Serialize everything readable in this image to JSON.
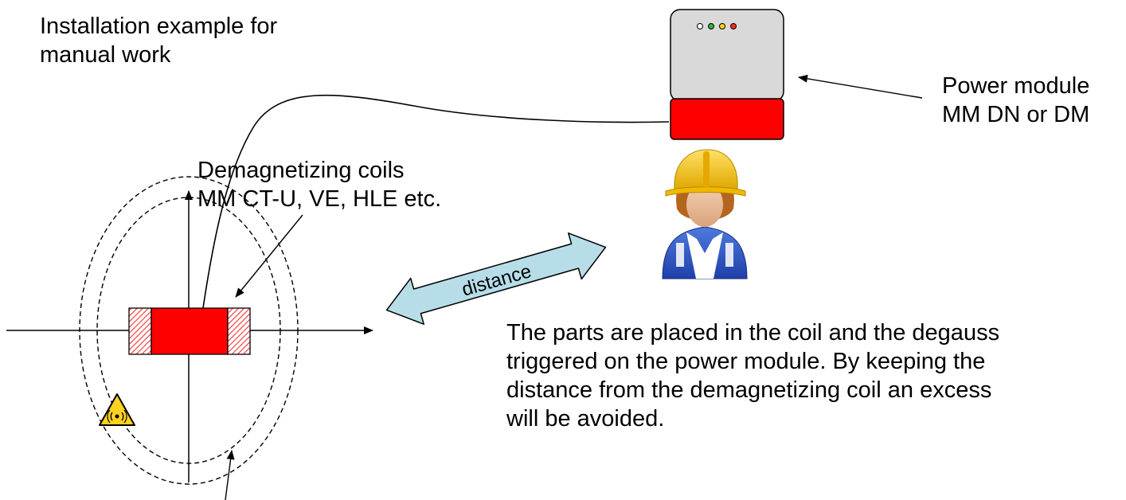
{
  "title": {
    "line1": "Installation example for",
    "line2": "manual work"
  },
  "coils_label": {
    "line1": "Demagnetizing coils",
    "line2": "MM CT-U, VE, HLE etc."
  },
  "power_label": {
    "line1": "Power module",
    "line2": "MM DN or DM"
  },
  "distance_label": "distance",
  "description": {
    "line1": "The parts are placed in the coil and the degauss",
    "line2": "triggered on the power module. By keeping the",
    "line3": "distance from the demagnetizing coil an excess",
    "line4": "will be avoided."
  },
  "icons": {
    "worker": "worker-hardhat-icon",
    "warning": "radiation-warning-icon",
    "power_module": "power-module-device"
  },
  "colors": {
    "coil_red": "#ff0000",
    "device_gray": "#d9d9d9",
    "arrow_fill": "#b7dde8",
    "helmet_yellow": "#f5c400",
    "warning_yellow": "#ffd21f",
    "led_green": "#2eb82e",
    "led_yellow": "#ffd700",
    "led_red": "#ff2a2a"
  }
}
